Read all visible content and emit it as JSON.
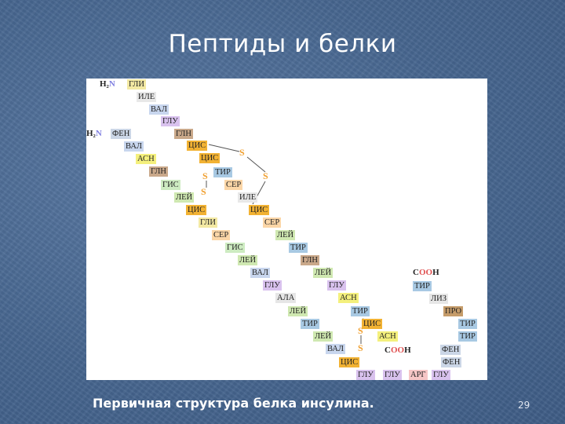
{
  "slide": {
    "title": "Пептиды и белки",
    "caption": "Первичная структура белка инсулина.",
    "page_number": "29"
  },
  "colors": {
    "ГЛИ": "#f3e9a3",
    "ИЛЕ": "#e8e8e8",
    "ВАЛ": "#c8d6ee",
    "ГЛУ": "#d9c2ee",
    "ГЛН": "#c9a88a",
    "ЦИС": "#f2b233",
    "СЕР": "#fbd6a7",
    "ЛЕЙ": "#cfe8b1",
    "ТИР": "#a8c9e3",
    "АСН": "#f4f07d",
    "ФЕН": "#cbd6e6",
    "ГИС": "#cdebc1",
    "АЛА": "#e6e6e6",
    "ЛИЗ": "#e6e6e6",
    "ПРО": "#c59c6a",
    "АРГ": "#f6c6c6",
    "ТРЕ": "#e6e6e6",
    "disulfide": "#f0a030",
    "amino_n": "#7f7fe0",
    "carboxyl_o": "#e05050"
  },
  "chain_a": {
    "n_terminus": "H₂N",
    "residues": [
      "ГЛИ",
      "ИЛЕ",
      "ВАЛ",
      "ГЛУ",
      "ГЛН",
      "ЦИС",
      "ЦИС",
      "ТИР",
      "СЕР",
      "ИЛЕ",
      "ЦИС",
      "СЕР",
      "ЛЕЙ",
      "ТИР",
      "ГЛН",
      "ЛЕЙ",
      "ГЛУ",
      "АСН",
      "ТИР",
      "ЦИС",
      "АСН"
    ],
    "c_terminus": "COOH"
  },
  "chain_b": {
    "n_terminus": "H₂N",
    "residues": [
      "ФЕН",
      "ВАЛ",
      "АСН",
      "ГЛН",
      "ГИС",
      "ЛЕЙ",
      "ЦИС",
      "ГЛИ",
      "СЕР",
      "ГИС",
      "ЛЕЙ",
      "ВАЛ",
      "ГЛУ",
      "АЛА",
      "ЛЕЙ",
      "ТИР",
      "ЛЕЙ",
      "ВАЛ",
      "ЦИС",
      "ГЛУ",
      "ГЛУ",
      "АРГ",
      "ГЛУ",
      "ФЕН",
      "ФЕН",
      "ТИР",
      "ТИР",
      "ПРО",
      "ЛИЗ",
      "ТИР"
    ],
    "c_terminus": "COOH"
  },
  "disulfide_symbol": "S"
}
